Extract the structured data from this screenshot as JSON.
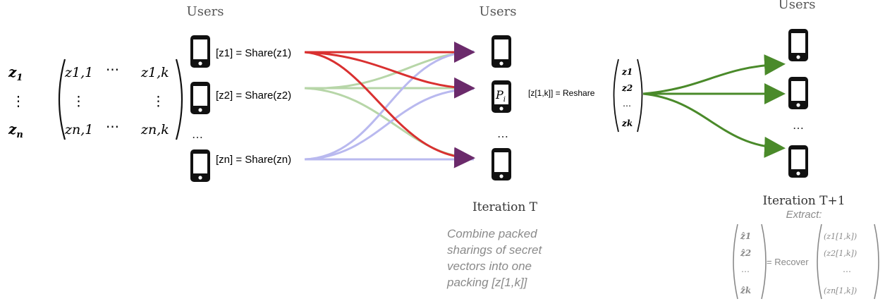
{
  "headers": {
    "users_left": "Users",
    "users_mid": "Users",
    "users_right": "Users"
  },
  "vector_labels": {
    "z1": "z",
    "sub1": "1",
    "dots": "⋮",
    "zn": "z",
    "subn": "n"
  },
  "matrix": {
    "r1": [
      "z1,1",
      "⋯",
      "z1,k"
    ],
    "r2": [
      "⋮",
      "⋮"
    ],
    "r3": [
      "zn,1",
      "⋯",
      "zn,k"
    ]
  },
  "share_labels": [
    "[z1] = Share(z1)",
    "[z2] = Share(z2)",
    "[zn] = Share(zn)"
  ],
  "ellipsis": "…",
  "pi_label": "P",
  "pi_sub": "i",
  "reshare_label": "[z[1,k]] = Reshare",
  "reshare_vector": [
    "z1",
    "z2",
    "⋯",
    "zk"
  ],
  "iteration_t": "Iteration T",
  "iteration_t1": "Iteration T+1",
  "extract_label": "Extract:",
  "combine_text": [
    "Combine packed",
    "sharings of secret",
    "vectors into one",
    "packing [z[1,k]]"
  ],
  "recover": {
    "lhs": [
      "ẑ1",
      "ẑ2",
      "⋯",
      "ẑk"
    ],
    "op": "= Recover",
    "rhs": [
      "(z1[1,k])",
      "(z2[1,k])",
      "⋯",
      "(zn[1,k])"
    ]
  },
  "colors": {
    "red": "#d93030",
    "green": "#4a8a2a",
    "green_light": "#b7d6a8",
    "blue_light": "#b9b9ef",
    "gray": "#8a8a8a"
  }
}
